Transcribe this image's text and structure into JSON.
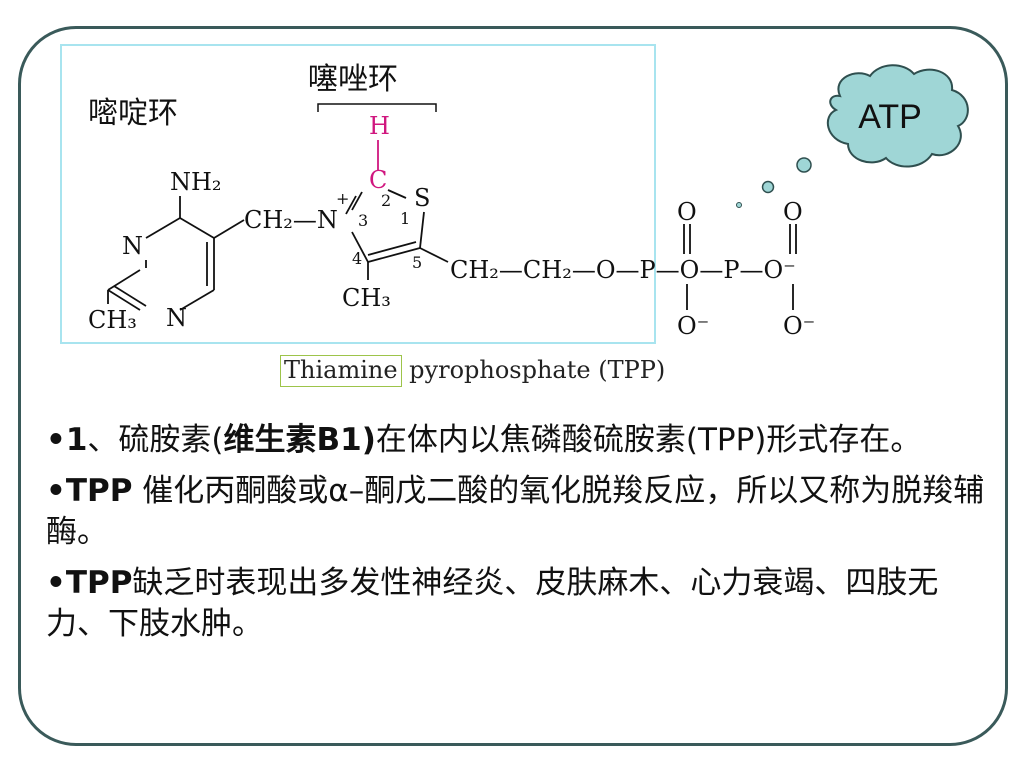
{
  "diagram": {
    "pyrimidine_label": "嘧啶环",
    "thiazole_label": "噻唑环",
    "cloud_label": "ATP",
    "caption_highlight": "Thiamine",
    "caption_rest": " pyrophosphate (TPP)",
    "atoms": {
      "nh2": "NH₂",
      "n_ring": "N",
      "n_ring2": "N",
      "ch3_left": "CH₃",
      "ch2_link": "CH₂—N",
      "n_plus": "+",
      "num3": "3",
      "c2": "C",
      "h": "H",
      "num2": "2",
      "s": "S",
      "num1": "1",
      "num4": "4",
      "num5": "5",
      "ch3_mid": "CH₃",
      "chain": "CH₂—CH₂—O—P—O—P—O⁻",
      "o_top1": "O",
      "o_top2": "O",
      "o_bot1": "O⁻",
      "o_bot2": "O⁻"
    },
    "colors": {
      "h_atom": "#d0177f",
      "cloud_fill": "#9fd6d6",
      "frame": "#3a5a5a"
    }
  },
  "bullets": [
    {
      "dot": "•",
      "lead": "1",
      "text": "、硫胺素(",
      "bold2": "维生素B1)",
      "rest": "在体内以焦磷酸硫胺素(TPP)形式存在。"
    },
    {
      "dot": "•",
      "lead": "TPP",
      "text": " 催化丙酮酸或α–酮戊二酸的氧化脱羧反应，所以又称为脱羧辅酶。"
    },
    {
      "dot": "•",
      "lead": "TPP",
      "text": "缺乏时表现出多发性神经炎、皮肤麻木、心力衰竭、四肢无力、下肢水肿。"
    }
  ]
}
